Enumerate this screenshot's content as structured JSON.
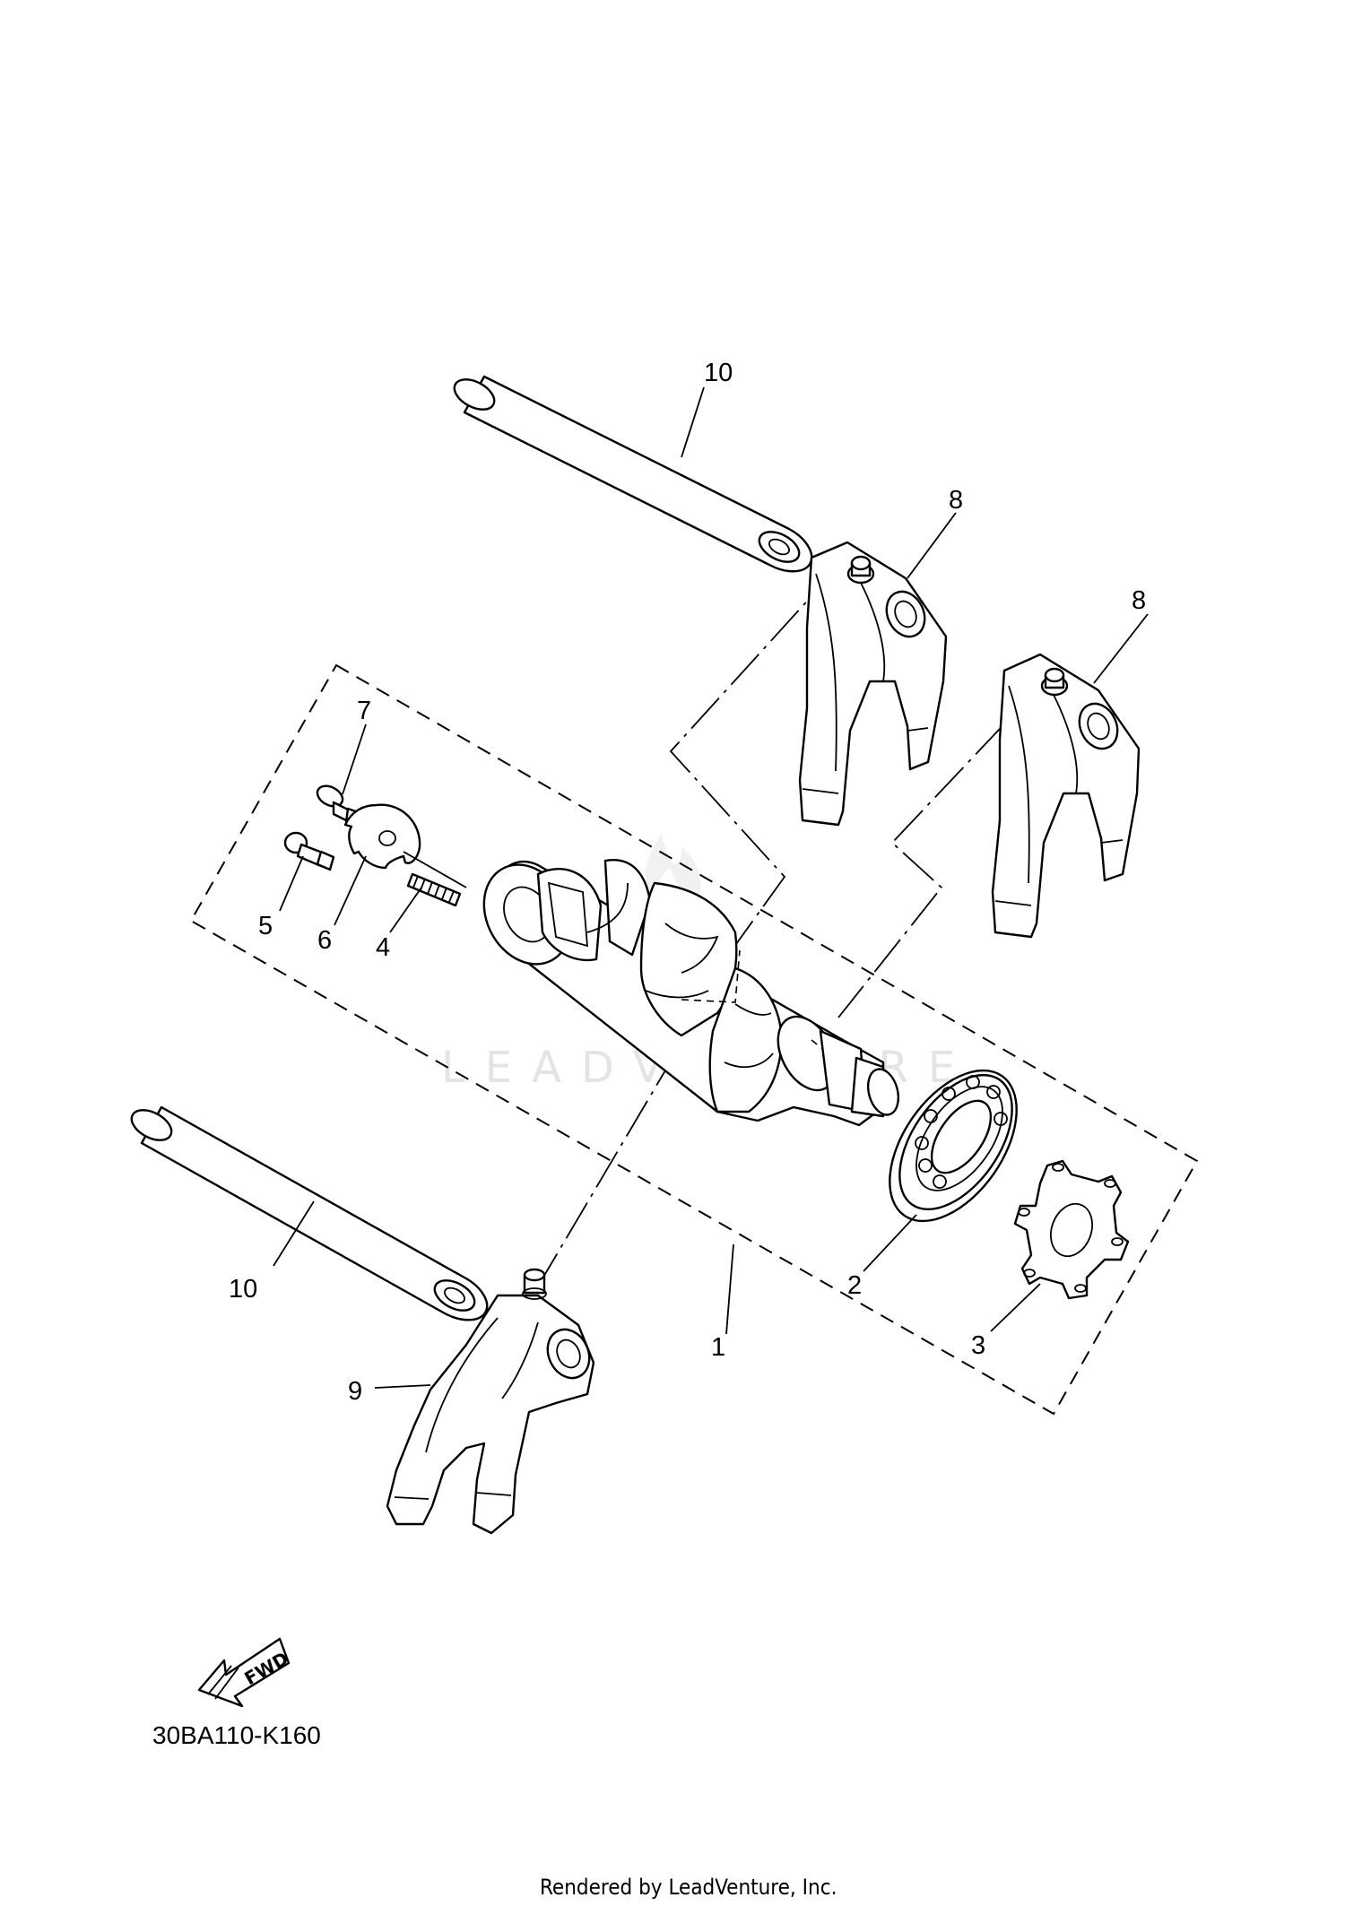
{
  "diagram": {
    "callouts": [
      {
        "id": "10a",
        "label": "10"
      },
      {
        "id": "8a",
        "label": "8"
      },
      {
        "id": "8b",
        "label": "8"
      },
      {
        "id": "7",
        "label": "7"
      },
      {
        "id": "5",
        "label": "5"
      },
      {
        "id": "6",
        "label": "6"
      },
      {
        "id": "4",
        "label": "4"
      },
      {
        "id": "10b",
        "label": "10"
      },
      {
        "id": "2",
        "label": "2"
      },
      {
        "id": "3",
        "label": "3"
      },
      {
        "id": "1",
        "label": "1"
      },
      {
        "id": "9",
        "label": "9"
      }
    ],
    "fwd_label": "FWD",
    "drawing_code": "30BA110-K160",
    "credit": "Rendered by LeadVenture, Inc.",
    "watermark": "LEADVENTURE"
  }
}
